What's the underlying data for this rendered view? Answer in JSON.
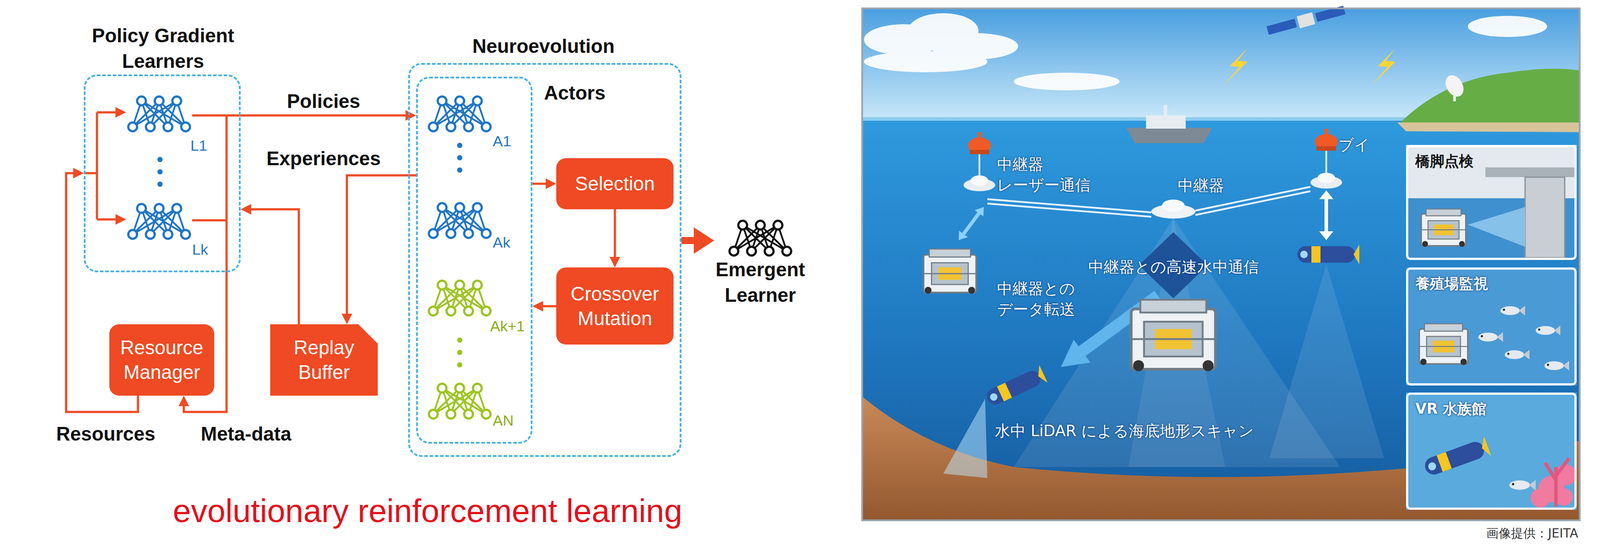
{
  "diagram": {
    "caption": "evolutionary reinforcement learning",
    "nodes": [
      {
        "text": [
          "Policy Gradient Learners"
        ]
      },
      {
        "text": [
          "Neuroevolution"
        ]
      },
      {
        "text": [
          "Actors"
        ],
        "in": 1
      },
      {
        "text": [
          "Selection"
        ],
        "in": 1
      },
      {
        "text": [
          "Crossover Mutation"
        ],
        "in": 1
      },
      {
        "text": [
          "Emergent Learner"
        ]
      },
      {
        "text": [
          "Resource Manager"
        ]
      },
      {
        "text": [
          "Replay Buffer"
        ]
      },
      {
        "text": [
          "橋脚点検"
        ]
      },
      {
        "text": [
          "養殖場監視"
        ]
      },
      {
        "text": [
          "VR 水族館"
        ]
      }
    ],
    "edges": [
      {
        "from": 0,
        "to": 2,
        "label": "Policies",
        "arrow": "to"
      },
      {
        "from": 2,
        "to": 7,
        "label": "Experiences",
        "arrow": "to"
      },
      {
        "from": 7,
        "to": 0,
        "arrow": "to"
      },
      {
        "from": 2,
        "to": 3,
        "arrow": "to"
      },
      {
        "from": 3,
        "to": 4,
        "arrow": "to"
      },
      {
        "from": 4,
        "to": 2,
        "arrow": "to"
      },
      {
        "from": 1,
        "to": 5,
        "arrow": "to"
      },
      {
        "from": 6,
        "to": 0,
        "label": "Resources",
        "arrow": "to"
      },
      {
        "from": 0,
        "to": 6,
        "label": "Meta-data",
        "arrow": "to"
      }
    ],
    "labels": [
      "L1",
      "Lk",
      "A1",
      "Ak",
      "Ak+1",
      "AN",
      "中継器 レーザー通信",
      "中継器",
      "ブイ",
      "中継器との高速水中通信",
      "中継器との データ転送",
      "水中 LiDAR による海底地形スキャン",
      "画像提供：JEITA"
    ]
  }
}
